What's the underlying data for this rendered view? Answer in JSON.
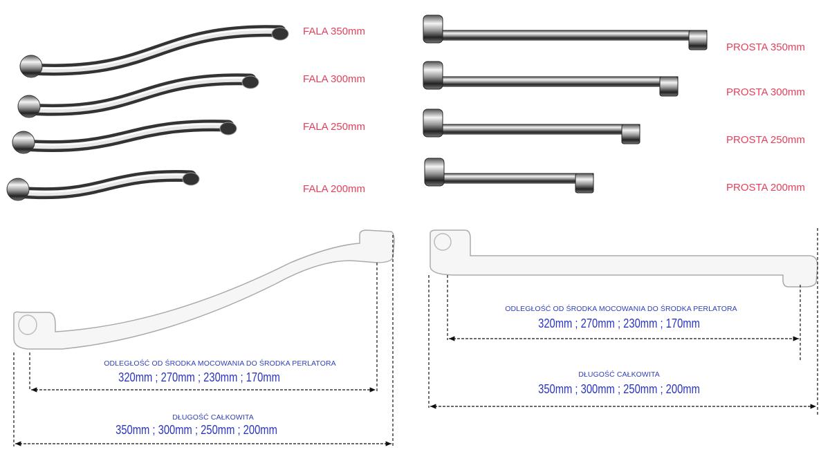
{
  "wave_spouts": [
    {
      "label": "FALA 350mm"
    },
    {
      "label": "FALA 300mm"
    },
    {
      "label": "FALA 250mm"
    },
    {
      "label": "FALA 200mm"
    }
  ],
  "straight_spouts": [
    {
      "label": "PROSTA 350mm"
    },
    {
      "label": "PROSTA 300mm"
    },
    {
      "label": "PROSTA 250mm"
    },
    {
      "label": "PROSTA 200mm"
    }
  ],
  "wave_diagram": {
    "inner_title": "ODLEGŁOŚĆ OD ŚRODKA MOCOWANIA DO ŚRODKA PERLATORA",
    "inner_values": "320mm ; 270mm ; 230mm ; 170mm",
    "total_title": "DŁUGOŚĆ CAŁKOWITA",
    "total_values": "350mm ; 300mm ; 250mm ; 200mm"
  },
  "straight_diagram": {
    "inner_title": "ODLEGŁOŚĆ OD ŚRODKA MOCOWANIA DO ŚRODKA PERLATORA",
    "inner_values": "320mm ; 270mm ; 230mm ; 170mm",
    "total_title": "DŁUGOŚĆ CAŁKOWITA",
    "total_values": "350mm ; 300mm ; 250mm ; 200mm"
  },
  "colors": {
    "label": "#e4405c",
    "caption": "#2f3fb8"
  }
}
